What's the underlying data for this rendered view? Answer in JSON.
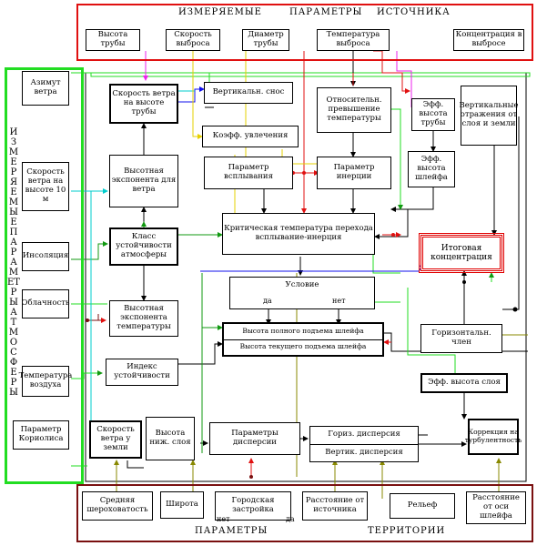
{
  "source_frame": {
    "title_measured": "ИЗМЕРЯЕМЫЕ",
    "title_params": "ПАРАМЕТРЫ",
    "title_source": "ИСТОЧНИКА",
    "stack_height": "Высота трубы",
    "emission_speed": "Скорость выброса",
    "stack_diameter": "Диаметр трубы",
    "emission_temp": "Температура выброса",
    "emission_conc": "Концентрация в выбросе"
  },
  "atmosphere_frame": {
    "vertical_caption": "ИЗМЕРЯЕМЫЕ ПАРАМЕТРЫ АТМОСФЕРЫ",
    "wind_azimuth": "Азимут ветра",
    "wind_speed_10m": "Скорость ветра на высоте 10 м",
    "insolation": "Инсоляция",
    "cloudiness": "Облачность",
    "air_temp": "Температура воздуха",
    "coriolis": "Параметр Кориолиса"
  },
  "territory_frame": {
    "title_params": "ПАРАМЕТРЫ",
    "title_territory": "ТЕРРИТОРИИ",
    "roughness": "Средняя шероховатость",
    "latitude": "Широта",
    "urban": "Городская застройка",
    "distance_source": "Расстояние от источника",
    "relief": "Рельеф",
    "distance_axis": "Расстояние от оси шлейфа"
  },
  "nodes": {
    "wind_at_stack": "Скорость ветра на высоте трубы",
    "vertical_drift": "Вертикальн. снос",
    "relative_excess_temp": "Относительн. превышение температуры",
    "eff_stack_height": "Эфф. высота трубы",
    "vertical_reflection": "Вертикальные отражения от слоя и земли",
    "entrainment_coef": "Коэфф. увлечения",
    "buoyancy_param": "Параметр всплывания",
    "inertia_param": "Параметр инерции",
    "eff_plume_height": "Эфф. высота шлейфа",
    "wind_exponent": "Высотная экспонента для ветра",
    "critical_temp": "Критическая температура перехода всплывание-инерция",
    "final_conc": "Итоговая концентрация",
    "stability_class": "Класс устойчивости атмосферы",
    "condition": "Условие",
    "cond_yes": "да",
    "cond_no": "нет",
    "temp_exponent": "Высотная экспонента температуры",
    "full_rise": "Высота полного подъема шлейфа",
    "current_rise": "Высота текущего подъема шлейфа",
    "horizontal_terms": "Горизонтальн. член",
    "stability_index": "Индекс устойчивости",
    "eff_layer_height": "Эфф. высота слоя",
    "wind_at_ground": "Скорость ветра у земли",
    "layer_height": "Высота ниж. слоя",
    "dispersion_params": "Параметры дисперсии",
    "horiz_dispersion": "Гориз. дисперсия",
    "vert_dispersion": "Вертик. дисперсия",
    "turbulence_corr": "Коррекция на турбулентность",
    "urban_no": "нет",
    "urban_yes": "да"
  },
  "colors": {
    "red": "#e01010",
    "maroon": "#7a1010",
    "green": "#22dd22",
    "dark_green": "#119911",
    "blue": "#1010ee",
    "cyan": "#00cccc",
    "magenta": "#ee22ee",
    "yellow": "#ffee00",
    "olive": "#888800",
    "black": "#000000"
  }
}
